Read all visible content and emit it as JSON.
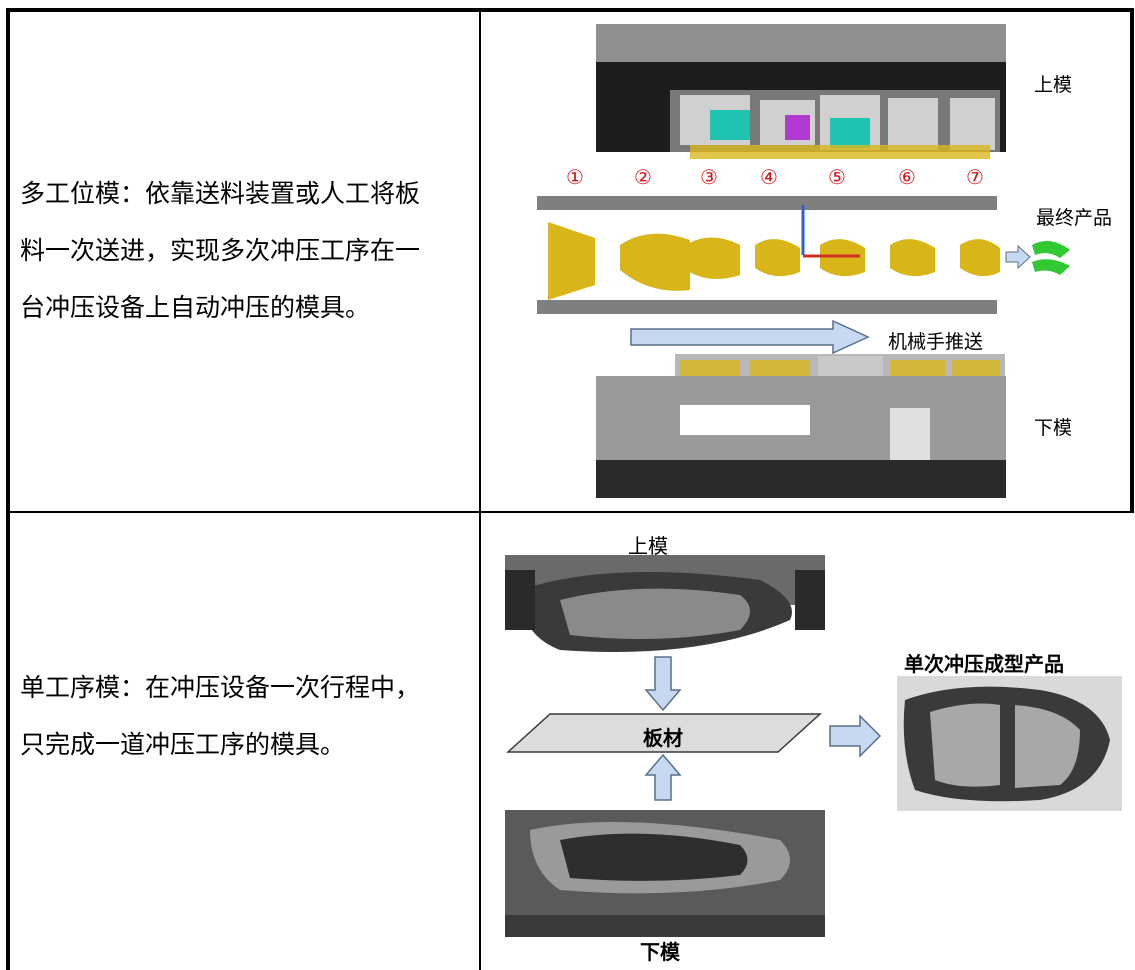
{
  "rows": [
    {
      "description_lines": [
        "多工位模：依靠送料装置或人工将板",
        "料一次送进，实现多次冲压工序在一",
        "台冲压设备上自动冲压的模具。"
      ],
      "labels": {
        "upper_die": "上模",
        "final_product": "最终产品",
        "robot_transfer": "机械手推送",
        "lower_die": "下模"
      },
      "stations": [
        "①",
        "②",
        "③",
        "④",
        "⑤",
        "⑥",
        "⑦"
      ]
    },
    {
      "description_lines": [
        "单工序模：在冲压设备一次行程中，",
        "只完成一道冲压工序的模具。"
      ],
      "labels": {
        "upper_die": "上模",
        "sheet": "板材",
        "product": "单次冲压成型产品",
        "lower_die": "下模"
      }
    }
  ],
  "colors": {
    "station_number": "#d8141c",
    "arrow_fill": "#c6d9f1",
    "die_dark": "#1d1d1d",
    "die_gray": "#8f8f8f",
    "part_yellow": "#d8b61a",
    "product_green": "#32c832"
  }
}
